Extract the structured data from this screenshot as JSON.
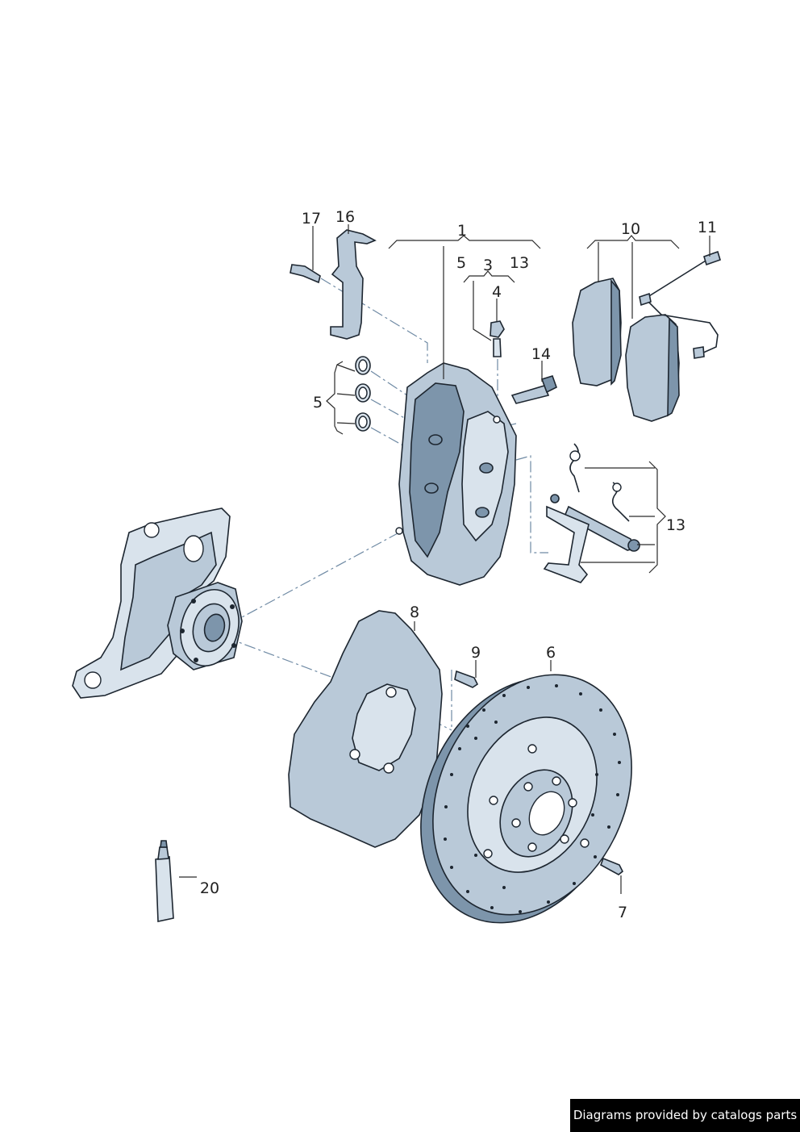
{
  "callouts": {
    "c1": "1",
    "c3": "3",
    "c4": "4",
    "c5a": "5",
    "c5b": "5",
    "c6": "6",
    "c7": "7",
    "c8": "8",
    "c9": "9",
    "c10": "10",
    "c11": "11",
    "c13a": "13",
    "c13b": "13",
    "c14": "14",
    "c16": "16",
    "c17": "17",
    "c20": "20"
  },
  "credit": "Diagrams provided by catalogs parts",
  "colors": {
    "part_fill": "#b9c9d8",
    "part_shade": "#7d95ab",
    "outline": "#1d2630",
    "leader_dash": "#6f8aa4"
  },
  "icons": [
    "brake-caliper",
    "brake-pads",
    "wear-sensor",
    "brake-disc",
    "dust-shield",
    "wheel-hub-knuckle",
    "grease-tube",
    "bolt",
    "o-ring",
    "spring"
  ]
}
